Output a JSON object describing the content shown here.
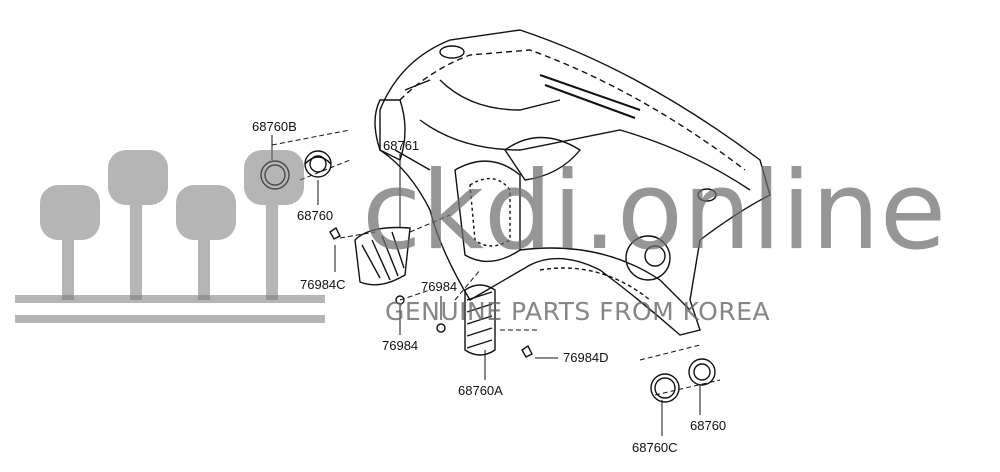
{
  "diagram": {
    "labels": {
      "l68760B": "68760B",
      "l68760_top": "68760",
      "l68761": "68761",
      "l76984C": "76984C",
      "l76984_a": "76984",
      "l76984_b": "76984",
      "l68760A": "68760A",
      "l76984D": "76984D",
      "l68760_bottom": "68760",
      "l68760C": "68760C"
    }
  },
  "watermark": {
    "site": "ckdi.online",
    "tagline": "GENUINE PARTS FROM KOREA"
  }
}
